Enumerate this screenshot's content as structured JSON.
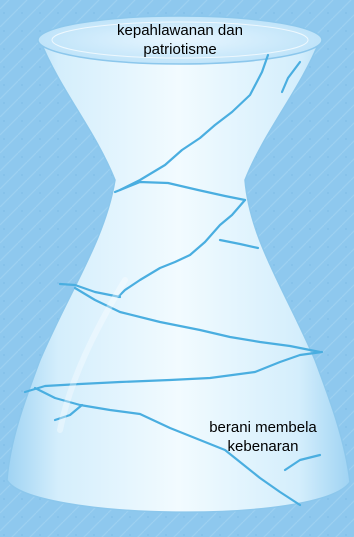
{
  "labels": {
    "top_line_1": "kepahlawanan dan",
    "top_line_2": "patriotisme",
    "bottom_line_1": "berani membela",
    "bottom_line_2": "kebenaran"
  },
  "colors": {
    "background": "#8ec8ee",
    "vase_light": "#eaf7ff",
    "vase_mid": "#cdeafb",
    "vase_edge": "#a9d8f5",
    "crack": "#4aaee0"
  },
  "illustration": "cracked-vase"
}
